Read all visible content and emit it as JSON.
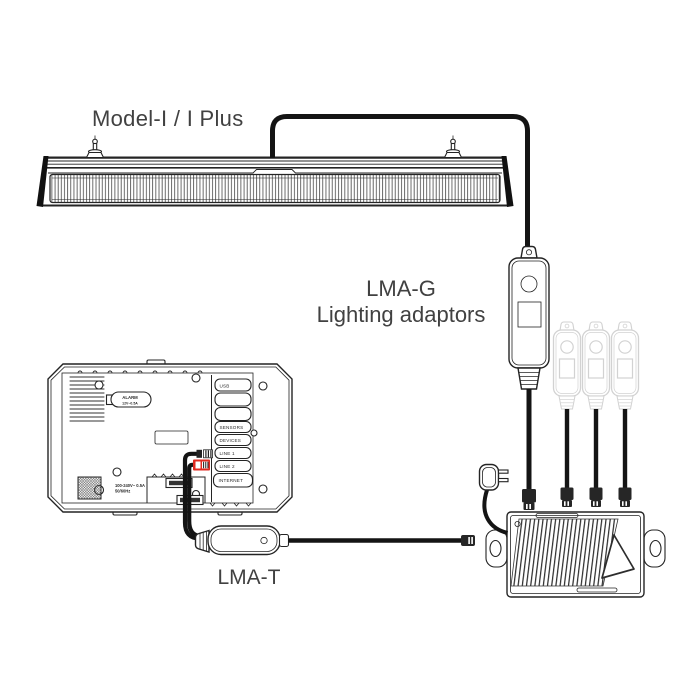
{
  "diagram": {
    "light_bar_label": "Model-I / I Plus",
    "lma_g_label_line1": "LMA-G",
    "lma_g_label_line2": "Lighting adaptors",
    "lma_t_label": "LMA-T"
  },
  "controller": {
    "alarm_label": "ALARM",
    "alarm_rating": "12V~0.5A",
    "power_rating_line1": "100-240V~ 0.5A",
    "power_rating_line2": "50/60Hz",
    "port_labels": [
      "USB",
      "",
      "",
      "SENSORS",
      "DEVICES",
      "LINE 1",
      "LINE 2",
      "INTERNET"
    ]
  },
  "colors": {
    "line": "#242424",
    "cable": "#141414",
    "faded_adaptor": "#d2d2d2",
    "highlight_red": "#e02a20",
    "label_text": "#414141"
  }
}
